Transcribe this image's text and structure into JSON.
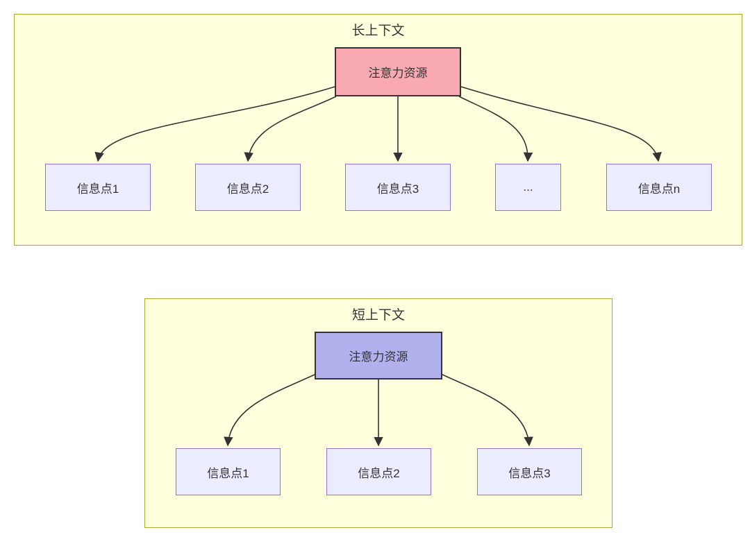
{
  "colors": {
    "panel-fill": "#ffffde",
    "panel-border": "#aaaa33",
    "node-fill": "#ececff",
    "node-border": "#9370db",
    "source-border": "#333333",
    "long-source-fill": "#f9a9b1",
    "short-source-fill": "#b1b1ee",
    "edge-color": "#333333",
    "text-color": "#333333"
  },
  "panels": [
    {
      "id": "long-context",
      "title": "长上下文",
      "source_label": "注意力资源",
      "targets": [
        "信息点1",
        "信息点2",
        "信息点3",
        "...",
        "信息点n"
      ]
    },
    {
      "id": "short-context",
      "title": "短上下文",
      "source_label": "注意力资源",
      "targets": [
        "信息点1",
        "信息点2",
        "信息点3"
      ]
    }
  ]
}
